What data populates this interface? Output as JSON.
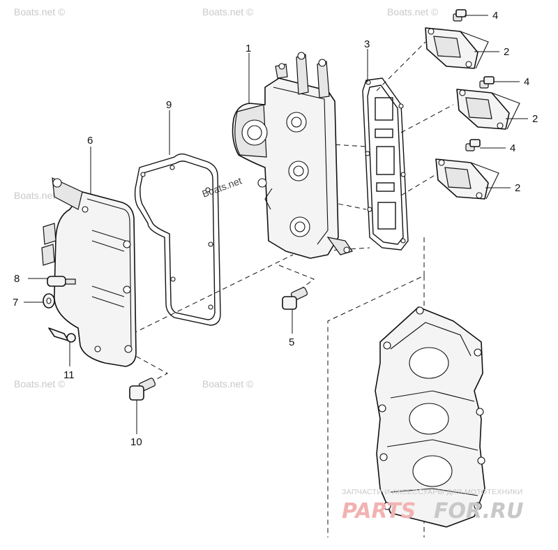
{
  "callouts": [
    {
      "id": "1",
      "label": "1"
    },
    {
      "id": "2a",
      "label": "2"
    },
    {
      "id": "2b",
      "label": "2"
    },
    {
      "id": "2c",
      "label": "2"
    },
    {
      "id": "3",
      "label": "3"
    },
    {
      "id": "4a",
      "label": "4"
    },
    {
      "id": "4b",
      "label": "4"
    },
    {
      "id": "4c",
      "label": "4"
    },
    {
      "id": "5",
      "label": "5"
    },
    {
      "id": "6",
      "label": "6"
    },
    {
      "id": "7",
      "label": "7"
    },
    {
      "id": "8",
      "label": "8"
    },
    {
      "id": "9",
      "label": "9"
    },
    {
      "id": "10",
      "label": "10"
    },
    {
      "id": "11",
      "label": "11"
    }
  ],
  "watermarks": {
    "boats_top_left": "Boats.net ©",
    "boats_top_center": "Boats.net ©",
    "boats_top_right": "Boats.net ©",
    "boats_mid_left": "Boats.net ©",
    "boats_center": "Boats.net",
    "boats_bottom_left": "Boats.net ©",
    "boats_bottom_center": "Boats.net ©"
  },
  "logo": {
    "tagline": "ЗАПЧАСТИ И АКСЕССУАРЫ ДЛЯ МОТОТЕХНИКИ",
    "brand_red": "PARTS",
    "brand_gray": "FOR.RU"
  },
  "colors": {
    "line": "#111111",
    "logo_red": "#f2b2b2",
    "logo_gray": "#c8c8c8",
    "watermark": "#c9c9c9"
  }
}
